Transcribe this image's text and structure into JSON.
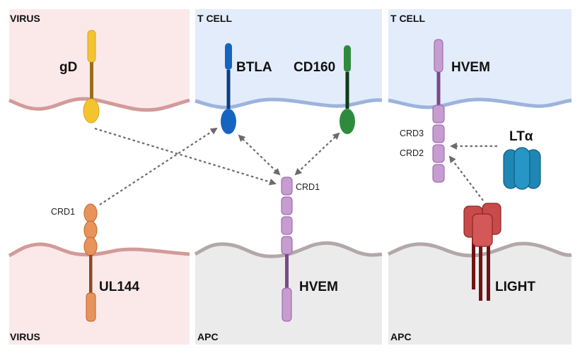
{
  "panels": {
    "left": {
      "top_label": "VIRUS",
      "bottom_label": "VIRUS"
    },
    "middle": {
      "top_label": "T CELL",
      "bottom_label": "APC"
    },
    "right": {
      "top_label": "T CELL",
      "bottom_label": "APC"
    }
  },
  "proteins": {
    "gd": "gD",
    "btla": "BTLA",
    "cd160": "CD160",
    "ul144": "UL144",
    "hvem_apc": "HVEM",
    "hvem_tcell": "HVEM",
    "lt_alpha": "LTα",
    "light": "LIGHT"
  },
  "domain_labels": {
    "ul144_crd1": "CRD1",
    "hvem_crd1": "CRD1",
    "hvem_crd3": "CRD3",
    "hvem_crd2": "CRD2"
  },
  "colors": {
    "virus_bg": "#fbe9ea",
    "tcell_bg": "#e3ecfb",
    "apc_bg": "#ecebec",
    "virus_membrane": "#d39a9a",
    "tcell_membrane": "#9cb4dc",
    "apc_membrane": "#b3a8a8",
    "gd": "#f4c430",
    "btla": "#1565c0",
    "cd160": "#2e8b3e",
    "ul144": "#e8935a",
    "hvem": "#c79cd0",
    "lt_alpha": "#1f87b5",
    "light": "#c94a4a",
    "arrow": "#6b6b6b"
  }
}
